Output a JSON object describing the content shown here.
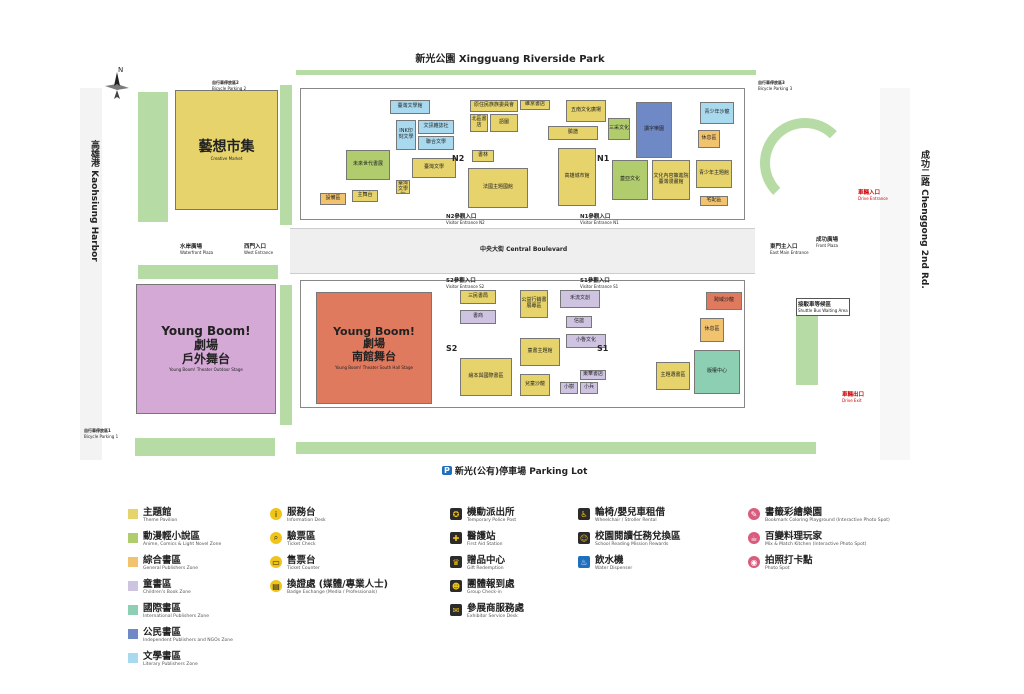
{
  "title_top": "新光公園 Xingguang Riverside Park",
  "bottom_parking": "新光(公有)停車場 Parking Lot",
  "left_road": "高雄港 Kaohsiung Harbor",
  "right_road": "成功二路 Chenggong 2nd Rd.",
  "central_boulevard": "中央大街 Central Boulevard",
  "colors": {
    "theme": "#e6d36b",
    "anime": "#b1cc6c",
    "general": "#f2c36f",
    "children": "#cfc3e2",
    "international": "#8ccfb3",
    "independent": "#6f88c6",
    "literary": "#a9d9ef",
    "theater": "#d4a9d6",
    "south_stage": "#e07a5f",
    "creative": "#e6d36b"
  },
  "zones": {
    "creative_market": {
      "zh": "藝想市集",
      "en": "Creative Market"
    },
    "young_outdoor": {
      "zh1": "Young Boom!",
      "zh2": "劇場",
      "zh3": "戶外舞台",
      "en": "Young Boom! Theater Outdoor Stage"
    },
    "young_south": {
      "zh1": "Young Boom!",
      "zh2": "劇場",
      "zh3": "南館舞台",
      "en": "Young Boom! Theater South Hall Stage"
    }
  },
  "labels": {
    "n2": "N2",
    "n1": "N1",
    "s2": "S2",
    "s1": "S1",
    "waterfront": "水岸廣場",
    "waterfront_en": "Waterfront Plaza",
    "west_entrance": "西門入口",
    "west_entrance_en": "West Entrance",
    "east_entrance": "東門主入口",
    "east_entrance_en": "East Main Entrance",
    "front_plaza": "成功廣場",
    "front_plaza_en": "Front Plaza",
    "n2_entrance": "N2參觀入口",
    "n2_entrance_en": "Visitor Entrance N2",
    "n1_entrance": "N1參觀入口",
    "n1_entrance_en": "Visitor Entrance N1",
    "s2_entrance": "S2參觀入口",
    "s2_entrance_en": "Visitor Entrance S2",
    "s1_entrance": "S1參觀入口",
    "s1_entrance_en": "Visitor Entrance S1",
    "drive_entrance": "車輛入口",
    "drive_entrance_en": "Drive Entrance",
    "drive_exit": "車輛出口",
    "drive_exit_en": "Drive Exit",
    "shuttle": "接駁車等候區",
    "shuttle_en": "Shuttle Bus Waiting Area",
    "bike_parking_2": "自行車停放區2",
    "bike_parking_2_en": "Bicycle Parking 2",
    "bike_parking_3": "自行車停放區3",
    "bike_parking_3_en": "Bicycle Parking 3",
    "bike_parking_1": "自行車停放區1",
    "bike_parking_1_en": "Bicycle Parking 1"
  },
  "booths_n": [
    {
      "t": "臺灣文學館",
      "c": "literary"
    },
    {
      "t": "原住民族族委員會",
      "c": "theme"
    },
    {
      "t": "北區書店",
      "c": "theme"
    },
    {
      "t": "語圖",
      "c": "theme"
    },
    {
      "t": "INK印刻文學",
      "c": "literary"
    },
    {
      "t": "文訊雜誌社",
      "c": "literary"
    },
    {
      "t": "聯合文學",
      "c": "literary"
    },
    {
      "t": "未來世代書展",
      "c": "anime"
    },
    {
      "t": "臺灣文學",
      "c": "theme"
    },
    {
      "t": "國立臺灣文學館",
      "c": "theme"
    },
    {
      "t": "主舞台",
      "c": "theme"
    },
    {
      "t": "設備區",
      "c": "general"
    },
    {
      "t": "法國主題國館",
      "c": "theme"
    },
    {
      "t": "書林",
      "c": "theme"
    },
    {
      "t": "高雄城市館",
      "c": "theme"
    },
    {
      "t": "三采文化",
      "c": "anime"
    },
    {
      "t": "讀字樂園",
      "c": "independent"
    },
    {
      "t": "青少年沙龍",
      "c": "literary"
    },
    {
      "t": "休息區",
      "c": "general"
    },
    {
      "t": "蓋亞文化",
      "c": "anime"
    },
    {
      "t": "文化內容策進院臺灣漫畫館",
      "c": "theme"
    },
    {
      "t": "青少年主題館",
      "c": "theme"
    },
    {
      "t": "宅配區",
      "c": "general"
    },
    {
      "t": "維京書店",
      "c": "theme"
    },
    {
      "t": "臉譜",
      "c": "theme"
    },
    {
      "t": "五南文化廣場",
      "c": "theme"
    }
  ],
  "booths_s": [
    {
      "t": "三民書局",
      "c": "theme"
    },
    {
      "t": "書商",
      "c": "children"
    },
    {
      "t": "公益行銷書展專區",
      "c": "theme"
    },
    {
      "t": "禾流文創",
      "c": "children"
    },
    {
      "t": "信誼",
      "c": "children"
    },
    {
      "t": "童書主題館",
      "c": "theme"
    },
    {
      "t": "小魯文化",
      "c": "children"
    },
    {
      "t": "繪本與國際書區",
      "c": "theme"
    },
    {
      "t": "兒童沙龍",
      "c": "theme"
    },
    {
      "t": "跨域沙龍",
      "c": "south"
    },
    {
      "t": "休息區",
      "c": "general"
    },
    {
      "t": "版權中心",
      "c": "international"
    },
    {
      "t": "主題選書區",
      "c": "theme"
    },
    {
      "t": "小樹",
      "c": "children"
    },
    {
      "t": "小兵",
      "c": "children"
    },
    {
      "t": "東華書店",
      "c": "children"
    }
  ],
  "legend_col1": [
    {
      "zh": "主題館",
      "en": "Theme Pavilion",
      "c": "theme"
    },
    {
      "zh": "動漫輕小說區",
      "en": "Anime, Comics & Light Novel Zone",
      "c": "anime"
    },
    {
      "zh": "綜合書區",
      "en": "General Publishers Zone",
      "c": "general"
    },
    {
      "zh": "童書區",
      "en": "Children's Book Zone",
      "c": "children"
    },
    {
      "zh": "國際書區",
      "en": "International Publishers Zone",
      "c": "international"
    },
    {
      "zh": "公民書區",
      "en": "Independent Publishers and NGOs Zone",
      "c": "independent"
    },
    {
      "zh": "文學書區",
      "en": "Literary Publishers Zone",
      "c": "literary"
    }
  ],
  "legend_col2": [
    {
      "zh": "服務台",
      "en": "Information Desk",
      "icon": "i"
    },
    {
      "zh": "驗票區",
      "en": "Ticket Check",
      "icon": "⌕"
    },
    {
      "zh": "售票台",
      "en": "Ticket Counter",
      "icon": "▭"
    },
    {
      "zh": "換證處 (媒體/專業人士)",
      "en": "Badge Exchange (Media / Professionals)",
      "icon": "▤"
    }
  ],
  "legend_col3": [
    {
      "zh": "機動派出所",
      "en": "Temporary Police Post",
      "icon": "✪"
    },
    {
      "zh": "醫護站",
      "en": "First Aid Station",
      "icon": "✚"
    },
    {
      "zh": "贈品中心",
      "en": "Gift Redemption",
      "icon": "♛"
    },
    {
      "zh": "團體報到處",
      "en": "Group Check-in",
      "icon": "☻"
    },
    {
      "zh": "參展商服務處",
      "en": "Exhibitor Service Desk",
      "icon": "✉"
    }
  ],
  "legend_col4": [
    {
      "zh": "輪椅/嬰兒車租借",
      "en": "Wheelchair / Stroller Rental",
      "icon": "♿"
    },
    {
      "zh": "校園閱讀任務兌換區",
      "en": "School Reading Mission Rewards",
      "icon": "☺"
    },
    {
      "zh": "飲水機",
      "en": "Water Dispenser",
      "icon": "♨"
    }
  ],
  "legend_col5": [
    {
      "zh": "書籤彩繪樂園",
      "en": "Bookmark Coloring Playground (Interactive Photo Spot)",
      "icon": "✎"
    },
    {
      "zh": "百變料理玩家",
      "en": "Mix & Match Kitchen (Interactive Photo Spot)",
      "icon": "☕"
    },
    {
      "zh": "拍照打卡點",
      "en": "Photo Spot",
      "icon": "◉"
    }
  ]
}
